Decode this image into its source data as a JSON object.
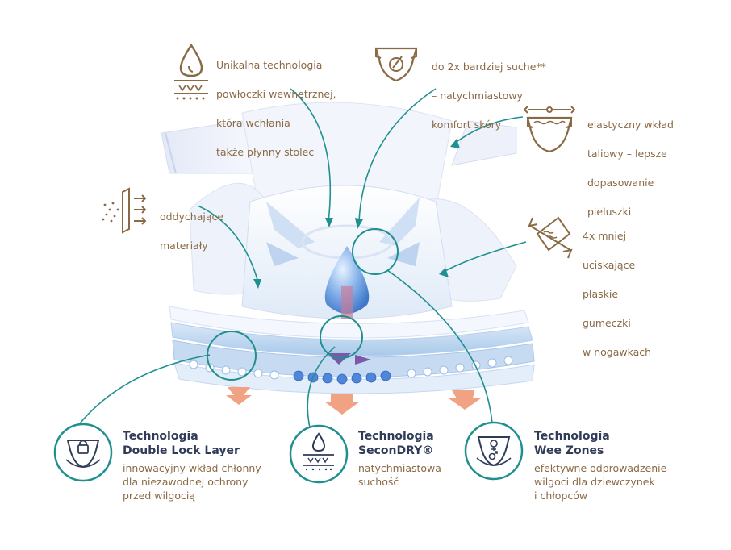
{
  "callouts": {
    "coating": {
      "icon": "droplet-absorb-icon",
      "lines": [
        "Unikalna technologia",
        "powłoczki wewnętrznej,",
        "która wchłania",
        "także płynny stolec"
      ]
    },
    "dryness": {
      "icon": "diaper-dry-icon",
      "lines": [
        "do 2x bardziej suche**",
        "– natychmiastowy",
        "komfort skóry"
      ]
    },
    "waist": {
      "icon": "elastic-waist-icon",
      "lines": [
        "elastyczny wkład",
        "taliowy – lepsze",
        "dopasowanie",
        "pieluszki"
      ]
    },
    "breathable": {
      "icon": "breathable-layer-icon",
      "lines": [
        "oddychające",
        "materiały"
      ]
    },
    "legcuffs": {
      "icon": "flat-elastic-icon",
      "lines": [
        "4x mniej",
        "uciskające",
        "płaskie",
        "gumeczki",
        "w nogawkach"
      ]
    }
  },
  "features": [
    {
      "icon": "double-lock-icon",
      "title": [
        "Technologia",
        "Double Lock Layer"
      ],
      "desc": [
        "innowacyjny wkład chłonny",
        "dla niezawodnej ochrony",
        "przed wilgocią"
      ]
    },
    {
      "icon": "secondry-icon",
      "title": [
        "Technologia",
        "SeconDRY®"
      ],
      "desc": [
        "natychmiastowa",
        "suchość"
      ]
    },
    {
      "icon": "wee-zones-icon",
      "title": [
        "Technologia",
        "Wee Zones"
      ],
      "desc": [
        "efektywne odprowadzenie",
        "wilgoci dla dziewczynek",
        "i chłopców"
      ]
    }
  ],
  "colors": {
    "teal": "#1f8f8f",
    "gold": "#8a6a45",
    "navy": "#2f3b57",
    "diaper_blue": "#bcd6ef",
    "arrow_orange": "#f0a283"
  }
}
